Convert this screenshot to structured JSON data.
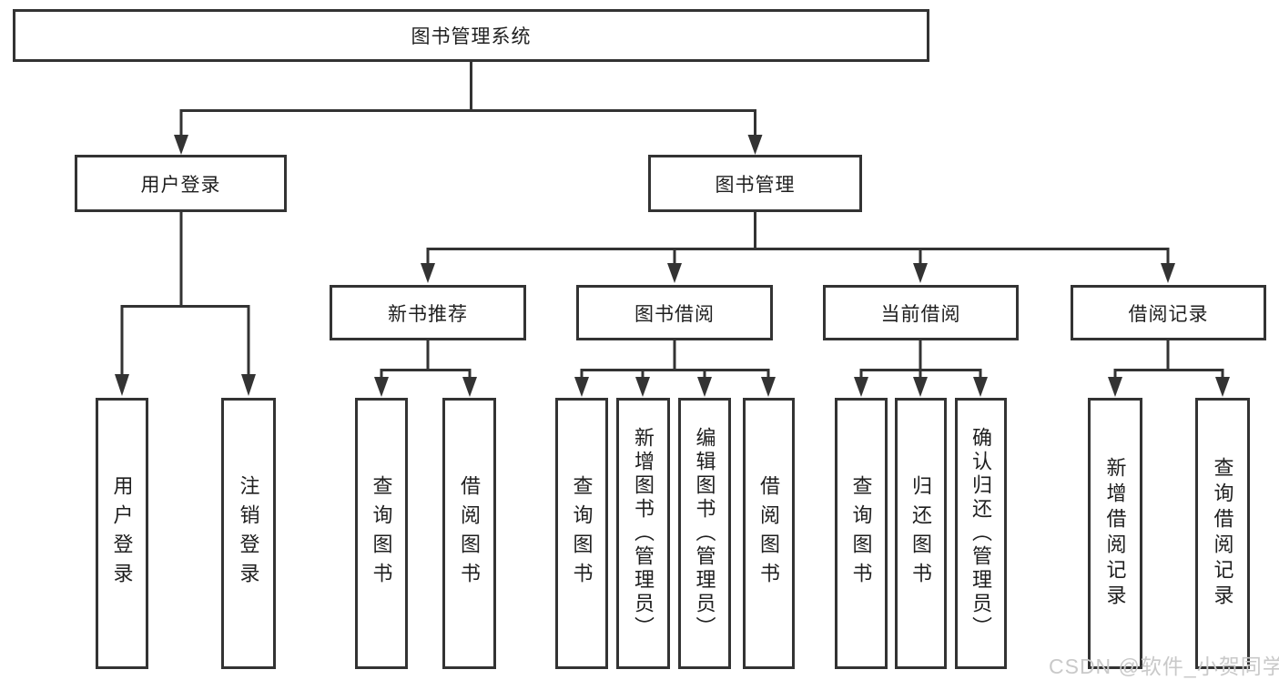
{
  "diagram_title": "图书管理系统",
  "nodes": {
    "root": {
      "label": "图书管理系统"
    },
    "user_login": {
      "label": "用户登录"
    },
    "book_mgmt": {
      "label": "图书管理"
    },
    "new_book_rec": {
      "label": "新书推荐"
    },
    "book_borrow": {
      "label": "图书借阅"
    },
    "current_borrow": {
      "label": "当前借阅"
    },
    "borrow_records": {
      "label": "借阅记录"
    },
    "leaf_user_login": {
      "label": "用户登录"
    },
    "leaf_logout": {
      "label": "注销登录"
    },
    "leaf_nb_query": {
      "label": "查询图书"
    },
    "leaf_nb_borrow": {
      "label": "借阅图书"
    },
    "leaf_bb_query": {
      "label": "查询图书"
    },
    "leaf_bb_add": {
      "label": "新增图书（管理员）"
    },
    "leaf_bb_edit": {
      "label": "编辑图书（管理员）"
    },
    "leaf_bb_borrow": {
      "label": "借阅图书"
    },
    "leaf_cb_query": {
      "label": "查询图书"
    },
    "leaf_cb_return": {
      "label": "归还图书"
    },
    "leaf_cb_confirm": {
      "label": "确认归还（管理员）"
    },
    "leaf_br_add": {
      "label": "新增借阅记录"
    },
    "leaf_br_query": {
      "label": "查询借阅记录"
    }
  },
  "hierarchy": {
    "图书管理系统": {
      "用户登录": [
        "用户登录",
        "注销登录"
      ],
      "图书管理": {
        "新书推荐": [
          "查询图书",
          "借阅图书"
        ],
        "图书借阅": [
          "查询图书",
          "新增图书（管理员）",
          "编辑图书（管理员）",
          "借阅图书"
        ],
        "当前借阅": [
          "查询图书",
          "归还图书",
          "确认归还（管理员）"
        ],
        "借阅记录": [
          "新增借阅记录",
          "查询借阅记录"
        ]
      }
    }
  },
  "watermark": "CSDN @软件_小贺同学",
  "colors": {
    "line": "#333333",
    "background": "#ffffff",
    "watermark": "#c9c9c9",
    "text": "#1f1f1f"
  }
}
